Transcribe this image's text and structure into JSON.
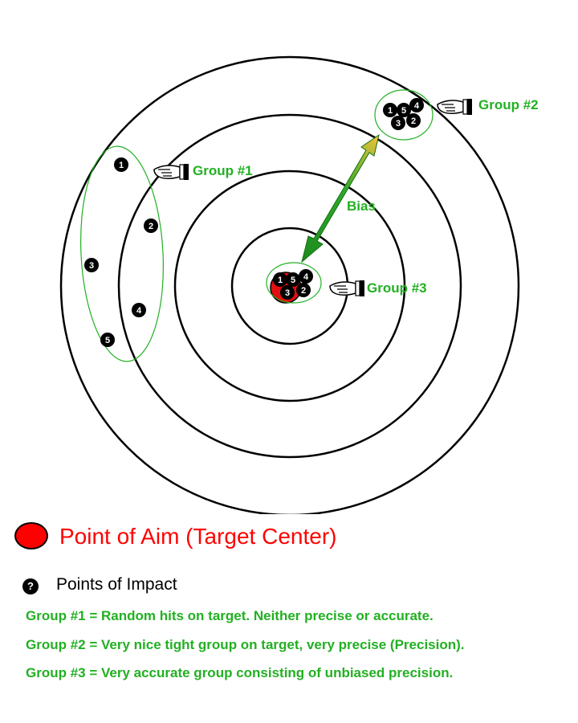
{
  "groups": [
    {
      "label": "Group #1",
      "shots": [
        "1",
        "2",
        "3",
        "4",
        "5"
      ]
    },
    {
      "label": "Group #2",
      "shots": [
        "1",
        "5",
        "4",
        "3",
        "2"
      ]
    },
    {
      "label": "Group #3",
      "shots": [
        "1",
        "5",
        "4",
        "3",
        "2"
      ]
    }
  ],
  "bias_label": "Bias",
  "legend": {
    "aim_label": "Point of Aim (Target Center)",
    "impact_symbol": "?",
    "impact_label": "Points of Impact"
  },
  "descriptions": [
    "Group #1 = Random hits on target. Neither precise or accurate.",
    "Group #2 = Very nice tight group on target, very precise (Precision).",
    "Group #3 = Very accurate group consisting of unbiased precision."
  ],
  "colors": {
    "group_text": "#22b022",
    "aim": "#ff0000",
    "rings": "#000000",
    "arrow_base": "#1e8c1e",
    "arrow_tip": "#f0b030"
  },
  "icons": [
    "pointing-hand-icon",
    "target-rings",
    "bias-arrow"
  ]
}
